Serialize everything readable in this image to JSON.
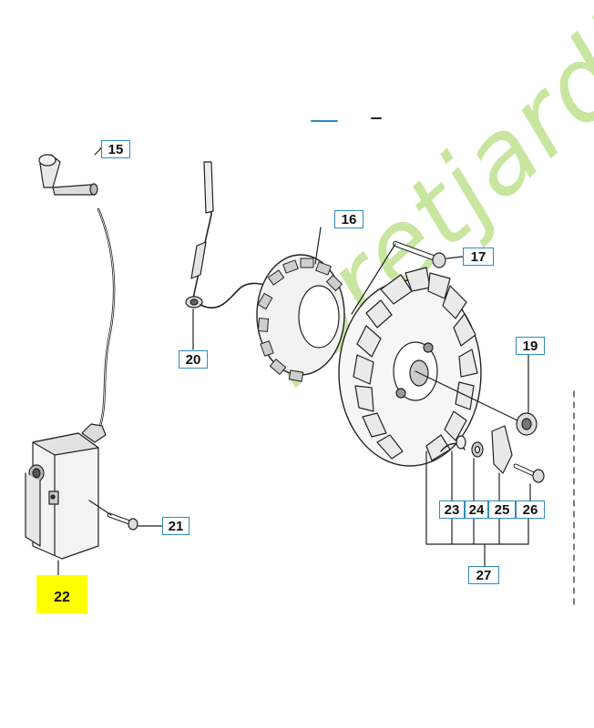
{
  "diagram": {
    "labels": {
      "l15": "15",
      "l16": "16",
      "l17": "17",
      "l19": "19",
      "l20": "20",
      "l21": "21",
      "l22": "22",
      "l23": "23",
      "l24": "24",
      "l25": "25",
      "l26": "26",
      "l27": "27"
    },
    "highlighted_part": "22"
  },
  "watermark": {
    "text": "foretjardin.com",
    "color_green": "#c8e6a0",
    "color_grey": "#cfcabf"
  },
  "colors": {
    "label_border": "#2e8bc0",
    "highlight": "#ffff00",
    "line": "#222222"
  }
}
